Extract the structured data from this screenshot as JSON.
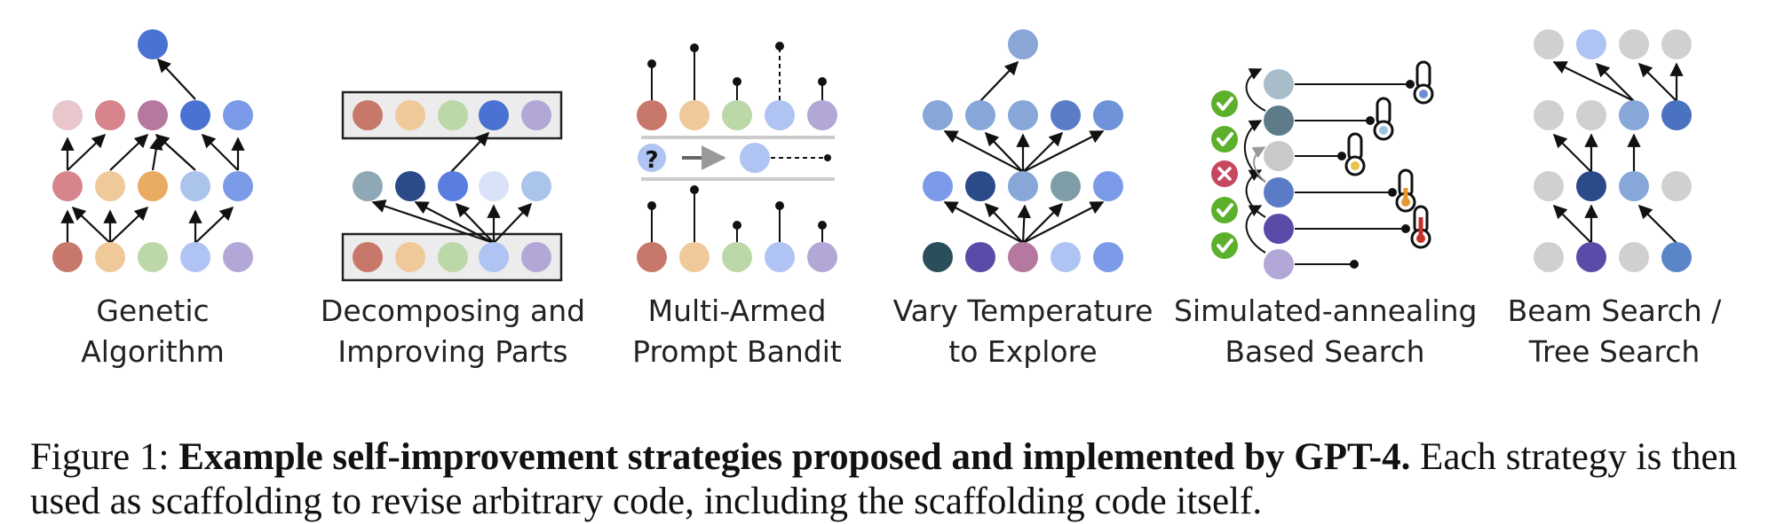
{
  "panels": [
    {
      "line1": "Genetic",
      "line2": "Algorithm"
    },
    {
      "line1": "Decomposing and",
      "line2": "Improving Parts"
    },
    {
      "line1": "Multi-Armed",
      "line2": "Prompt Bandit"
    },
    {
      "line1": "Vary Temperature",
      "line2": "to Explore"
    },
    {
      "line1": "Simulated-annealing",
      "line2": "Based Search"
    },
    {
      "line1": "Beam Search /",
      "line2": "Tree Search"
    }
  ],
  "bandit_unknown_symbol": "?",
  "caption": {
    "prefix": "Figure 1: ",
    "bold": "Example self-improvement strategies proposed and implemented by GPT-4.",
    "rest": " Each strategy is then used as scaffolding to revise arbitrary code, including the scaffolding code itself."
  },
  "colors": {
    "arrow": "#111111",
    "check": "#5cb02c",
    "cross": "#c6475e",
    "box_border": "#222222",
    "box_fill": "#ececec"
  }
}
